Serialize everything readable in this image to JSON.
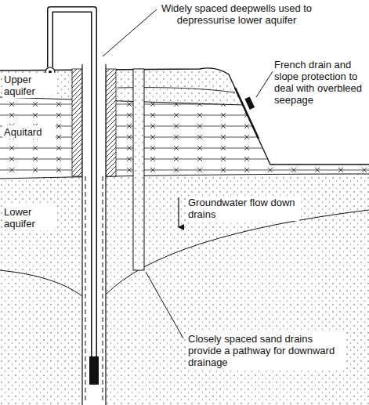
{
  "diagram": {
    "labels": [
      "Widely spaced deepwells used to depressurise lower aquifer",
      "French drain and slope protection to deal with overbleed seepage",
      "Upper aquifer",
      "Aquitard",
      "Lower aquifer",
      "Groundwater flow down drains",
      "Closely spaced sand drains provide a pathway for downward drainage"
    ]
  }
}
